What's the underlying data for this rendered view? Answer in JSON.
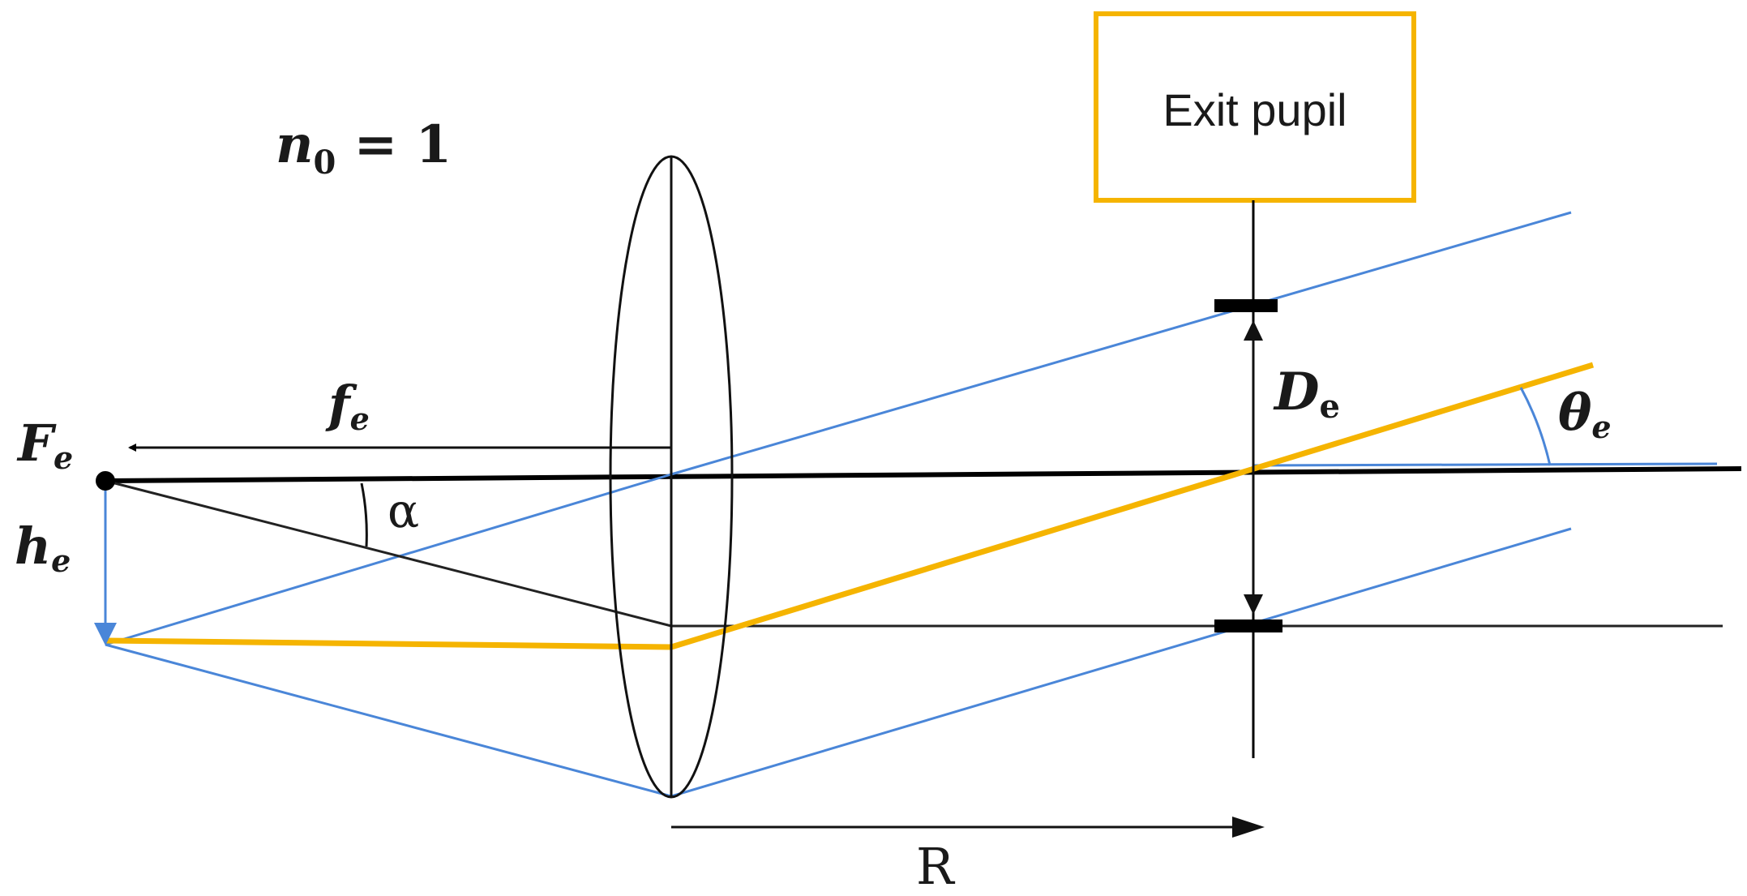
{
  "labels": {
    "refractive_index": {
      "main": "n",
      "sub": "0",
      "rest": " = 1"
    },
    "focal_point": {
      "main": "F",
      "sub": "e"
    },
    "height": {
      "main": "h",
      "sub": "e"
    },
    "focal_length": {
      "main": "f",
      "sub": "e"
    },
    "angle_alpha": "α",
    "pupil_diameter": {
      "main": "D",
      "sub": "e"
    },
    "exit_angle": {
      "main": "θ",
      "sub": "e"
    },
    "distance": "R",
    "exit_pupil_box": "Exit pupil"
  },
  "colors": {
    "ray_blue": "#4a86d8",
    "chief_ray_orange": "#f5b400",
    "box_border": "#f5b400",
    "line_black": "#000000"
  }
}
